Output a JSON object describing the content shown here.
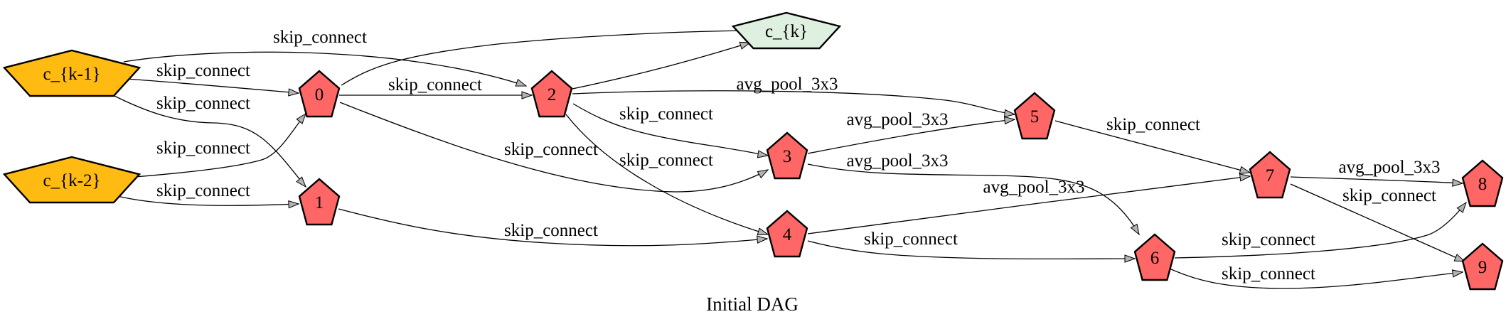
{
  "caption": "Initial DAG",
  "colors": {
    "input_node": "#ffbb11",
    "intermediate_node": "#ff6666",
    "output_node": "#e0f0e0",
    "arrow_head": "#b3b3b3",
    "stroke": "#000000"
  },
  "nodes": [
    {
      "id": "ck1",
      "label": "c_{k-1}",
      "kind": "input"
    },
    {
      "id": "ck2",
      "label": "c_{k-2}",
      "kind": "input"
    },
    {
      "id": "ck",
      "label": "c_{k}",
      "kind": "output"
    },
    {
      "id": "n0",
      "label": "0",
      "kind": "intermediate"
    },
    {
      "id": "n1",
      "label": "1",
      "kind": "intermediate"
    },
    {
      "id": "n2",
      "label": "2",
      "kind": "intermediate"
    },
    {
      "id": "n3",
      "label": "3",
      "kind": "intermediate"
    },
    {
      "id": "n4",
      "label": "4",
      "kind": "intermediate"
    },
    {
      "id": "n5",
      "label": "5",
      "kind": "intermediate"
    },
    {
      "id": "n6",
      "label": "6",
      "kind": "intermediate"
    },
    {
      "id": "n7",
      "label": "7",
      "kind": "intermediate"
    },
    {
      "id": "n8",
      "label": "8",
      "kind": "intermediate"
    },
    {
      "id": "n9",
      "label": "9",
      "kind": "intermediate"
    }
  ],
  "edges": [
    {
      "from": "ck1",
      "to": "n2",
      "label": "skip_connect"
    },
    {
      "from": "ck1",
      "to": "n0",
      "label": "skip_connect"
    },
    {
      "from": "ck1",
      "to": "n1",
      "label": "skip_connect"
    },
    {
      "from": "ck2",
      "to": "n0",
      "label": "skip_connect"
    },
    {
      "from": "ck2",
      "to": "n1",
      "label": "skip_connect"
    },
    {
      "from": "n0",
      "to": "n2",
      "label": "skip_connect"
    },
    {
      "from": "n0",
      "to": "n3",
      "label": "skip_connect"
    },
    {
      "from": "n0",
      "to": "ck",
      "label": ""
    },
    {
      "from": "n1",
      "to": "n4",
      "label": "skip_connect"
    },
    {
      "from": "n2",
      "to": "n5",
      "label": "avg_pool_3x3"
    },
    {
      "from": "n2",
      "to": "n3",
      "label": "skip_connect"
    },
    {
      "from": "n2",
      "to": "n4",
      "label": "skip_connect"
    },
    {
      "from": "n2",
      "to": "ck",
      "label": ""
    },
    {
      "from": "n3",
      "to": "n5",
      "label": "avg_pool_3x3"
    },
    {
      "from": "n3",
      "to": "n6",
      "label": "avg_pool_3x3"
    },
    {
      "from": "n4",
      "to": "n7",
      "label": "avg_pool_3x3"
    },
    {
      "from": "n4",
      "to": "n6",
      "label": "skip_connect"
    },
    {
      "from": "n5",
      "to": "n7",
      "label": "skip_connect"
    },
    {
      "from": "n6",
      "to": "n8",
      "label": "skip_connect"
    },
    {
      "from": "n6",
      "to": "n9",
      "label": "skip_connect"
    },
    {
      "from": "n7",
      "to": "n8",
      "label": "avg_pool_3x3"
    },
    {
      "from": "n7",
      "to": "n9",
      "label": "skip_connect"
    }
  ]
}
